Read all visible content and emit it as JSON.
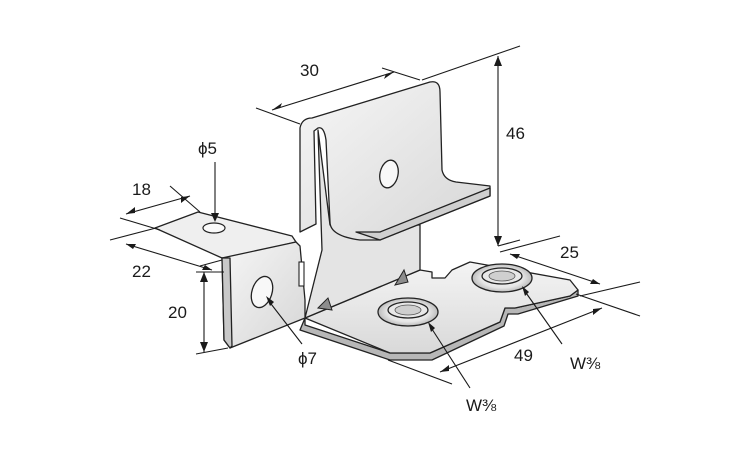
{
  "dimensions": {
    "top_width": "30",
    "height": "46",
    "tab_depth": "18",
    "tab_hole": "ϕ5",
    "side_depth": "22",
    "side_height": "20",
    "side_hole": "ϕ7",
    "right_depth": "25",
    "base_length": "49",
    "bolt_right": "W⅜",
    "bolt_left": "W⅜"
  },
  "colors": {
    "metal_light": "#f1f1f1",
    "metal_mid": "#dcdcdc",
    "metal_dark": "#bdbdbd",
    "shadow": "#9a9a9a",
    "line": "#1a1a1a"
  }
}
